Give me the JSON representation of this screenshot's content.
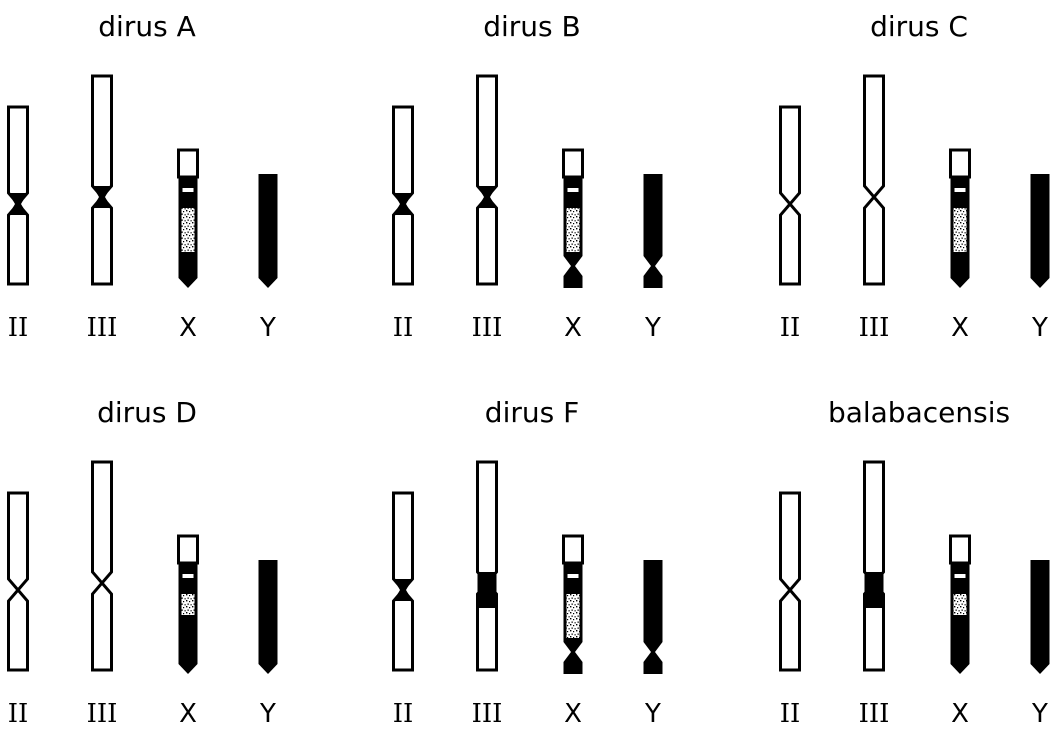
{
  "figure": {
    "background": "#ffffff",
    "ink_color": "#000000",
    "panels": [
      {
        "title": "dirus A",
        "labels": [
          "II",
          "III",
          "X",
          "Y"
        ],
        "II": {
          "centromere": "dark"
        },
        "III": {
          "centromere": "dark"
        },
        "X": {
          "dark_tip": false,
          "stipple_size": "large"
        },
        "Y": {
          "centromere": false
        }
      },
      {
        "title": "dirus B",
        "labels": [
          "II",
          "III",
          "X",
          "Y"
        ],
        "II": {
          "centromere": "dark"
        },
        "III": {
          "centromere": "dark"
        },
        "X": {
          "dark_tip": true,
          "stipple_size": "large"
        },
        "Y": {
          "centromere": true
        }
      },
      {
        "title": "dirus C",
        "labels": [
          "II",
          "III",
          "X",
          "Y"
        ],
        "II": {
          "centromere": "open"
        },
        "III": {
          "centromere": "open"
        },
        "X": {
          "dark_tip": false,
          "stipple_size": "large"
        },
        "Y": {
          "centromere": false
        }
      },
      {
        "title": "dirus D",
        "labels": [
          "II",
          "III",
          "X",
          "Y"
        ],
        "II": {
          "centromere": "open"
        },
        "III": {
          "centromere": "open"
        },
        "X": {
          "dark_tip": false,
          "stipple_size": "small"
        },
        "Y": {
          "centromere": false
        }
      },
      {
        "title": "dirus F",
        "labels": [
          "II",
          "III",
          "X",
          "Y"
        ],
        "II": {
          "centromere": "dark"
        },
        "III": {
          "centromere": "dark",
          "heterochromatin_block": true
        },
        "X": {
          "dark_tip": true,
          "stipple_size": "large"
        },
        "Y": {
          "centromere": true
        }
      },
      {
        "title": "balabacensis",
        "labels": [
          "II",
          "III",
          "X",
          "Y"
        ],
        "II": {
          "centromere": "open"
        },
        "III": {
          "centromere": "dark",
          "heterochromatin_block": true
        },
        "X": {
          "dark_tip": false,
          "stipple_size": "small"
        },
        "Y": {
          "centromere": false
        }
      }
    ]
  }
}
